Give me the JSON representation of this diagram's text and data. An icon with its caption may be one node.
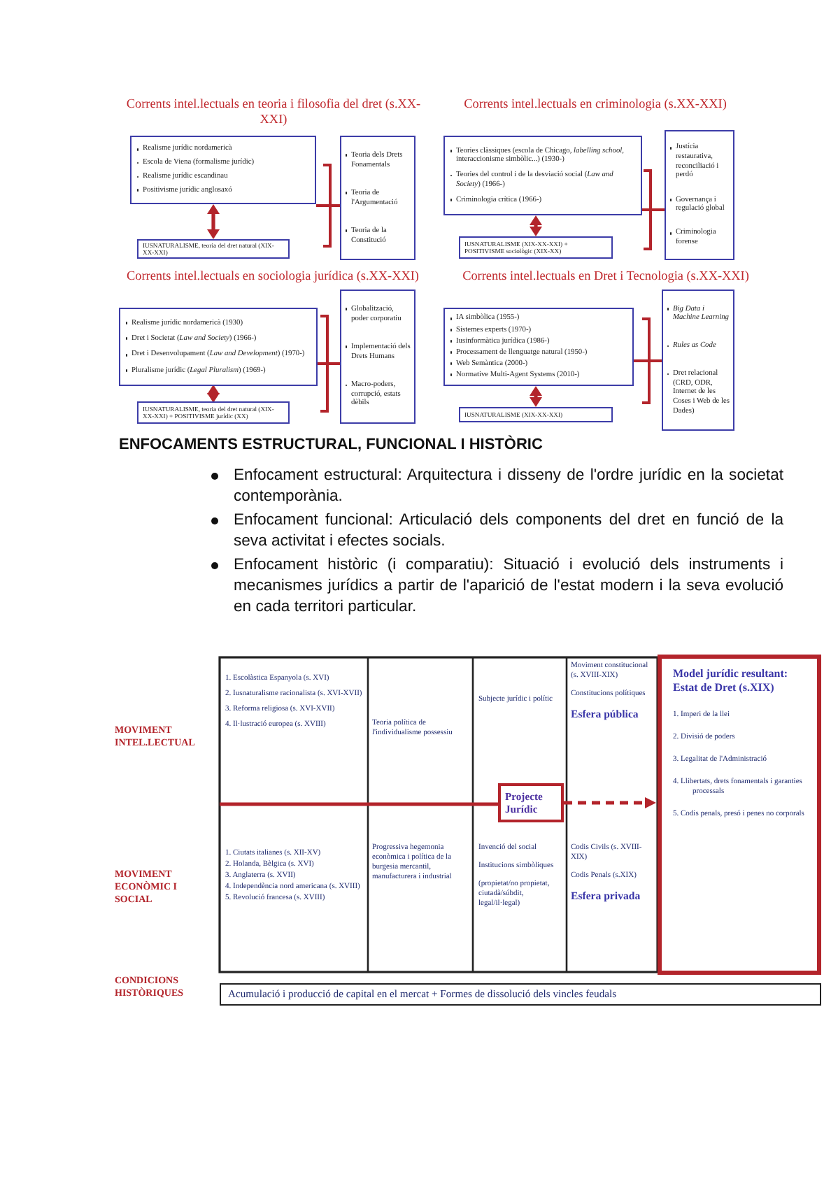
{
  "diagram": {
    "nodes": [
      {
        "text": [
          "Realisme jurídic nordamericà",
          "Escola de Viena (formalisme jurídic)",
          "Realisme jurídic escandinau",
          "Positivisme jurídic anglosaxó"
        ]
      },
      {
        "text": [
          "Teoria dels Drets Fonamentals",
          "Teoria de l'Argumentació",
          "Teoria de la Constitució"
        ]
      },
      {
        "text": [
          "IUSNATURALISME, teoria del dret natural (XIX-XX-XXI)"
        ]
      },
      {
        "text": [
          "Teories clàssiques (escola de Chicago, *labelling school*, interaccionisme simbòlic...) (1930-)",
          "Teories del control i de la desviació social (*Law and Society*) (1966-)",
          "Criminologia crítica (1966-)"
        ]
      },
      {
        "text": [
          "Justícia restaurativa, reconciliació i perdó",
          "Governança i regulació global",
          "Criminologia forense"
        ]
      },
      {
        "text": [
          "IUSNATURALISME (XIX-XX-XXI) + POSITIVISME sociològic (XIX-XX)"
        ]
      },
      {
        "text": [
          "Realisme jurídic nordamericà (1930)",
          "Dret i Societat (*Law and Society*) (1966-)",
          "Dret i Desenvolupament (*Law and Development*) (1970-)",
          "Pluralisme jurídic (*Legal Pluralism*) (1969-)"
        ]
      },
      {
        "text": [
          "Globalització, poder corporatiu",
          "Implementació dels Drets Humans",
          "Macro-poders, corrupció, estats dèbils"
        ]
      },
      {
        "text": [
          "IUSNATURALISME, teoria del dret natural (XIX-XX-XXI) + POSITIVISME jurídic (XX)"
        ]
      },
      {
        "text": [
          "IA simbòlica (1955-)",
          "Sistemes experts (1970-)",
          "Iusinformàtica jurídica (1986-)",
          "Processament de llenguatge natural (1950-)",
          "Web Semàntica (2000-)",
          "Normative Multi-Agent Systems (2010-)"
        ]
      },
      {
        "text": [
          "*Big Data i Machine Learning*",
          "*Rules as Code*",
          "Dret relacional (CRD, ODR, Internet de les Coses i Web de les Dades)"
        ]
      },
      {
        "text": [
          "IUSNATURALISME (XIX-XX-XXI)"
        ]
      },
      {
        "text": [
          "Projecte Jurídic"
        ]
      },
      {
        "text": [
          "Model jurídic resultant: Estat de Dret (s.XIX)",
          "1. Imperi de la llei",
          "2. Divisió de poders",
          "3. Legalitat de l'Administració",
          "4. Llibertats, drets fonamentals i garanties processals",
          "5. Codis penals, presó i penes no corporals"
        ]
      },
      {
        "text": [
          "Acumulació i producció de capital en el mercat + Formes de dissolució dels vincles feudals"
        ]
      }
    ],
    "edges": [
      {
        "from": 0,
        "to": 2,
        "arrow": "both"
      },
      {
        "from": 3,
        "to": 5,
        "arrow": "both"
      },
      {
        "from": 6,
        "to": 8,
        "arrow": "both"
      },
      {
        "from": 9,
        "to": 11,
        "arrow": "both"
      },
      {
        "from": null,
        "to": 12,
        "arrow": "none"
      },
      {
        "from": 12,
        "to": 13,
        "arrow": "to",
        "style": "dashed"
      },
      {
        "from": 0,
        "to": 1,
        "arrow": "none"
      },
      {
        "from": 3,
        "to": 4,
        "arrow": "none"
      },
      {
        "from": 6,
        "to": 7,
        "arrow": "none"
      },
      {
        "from": 9,
        "to": 10,
        "arrow": "none"
      }
    ],
    "labels": [
      "Corrents intel.lectuals en teoria i filosofia del dret (s.XX-XXI)",
      "Corrents intel.lectuals en criminologia (s.XX-XXI)",
      "Corrents intel.lectuals en sociologia jurídica (s.XX-XXI)",
      "Corrents intel.lectuals en Dret i Tecnologia (s.XX-XXI)",
      "ENFOCAMENTS ESTRUCTURAL, FUNCIONAL I HISTÒRIC",
      "Enfocament estructural: Arquitectura i disseny de l'ordre jurídic en la societat contemporània.",
      "Enfocament funcional: Articulació dels components del dret en funció de la seva activitat i efectes socials.",
      "Enfocament històric (i comparatiu): Situació i evolució dels instruments i mecanismes jurídics a partir de l'aparició de l'estat modern i la seva evolució en cada territori particular.",
      "MOVIMENT INTEL.LECTUAL",
      "1. Escolàstica Espanyola (s. XVI)",
      "2. Iusnaturalisme racionalista (s. XVI-XVII)",
      "3. Reforma religiosa (s. XVI-XVII)",
      "4. Il·lustració europea (s. XVIII)",
      "Teoria política de l'individualisme possessiu",
      "Subjecte jurídic i polític",
      "Moviment constitucional (s. XVIII-XIX)",
      "Constitucions polítiques",
      "Esfera pública",
      "MOVIMENT ECONÒMIC I SOCIAL",
      "1. Ciutats italianes (s. XII-XV)",
      "2. Holanda, Bèlgica (s. XVI)",
      "3. Anglaterra (s. XVII)",
      "4. Independència nord americana (s. XVIII)",
      "5. Revolució francesa (s. XVIII)",
      "Progressiva hegemonia econòmica i política de la burgesia mercantil, manufacturera i industrial",
      "Invenció del social",
      "Institucions simbòliques",
      "(propietat/no propietat, ciutadà/súbdit, legal/il·legal)",
      "Codis Civils (s. XVIII-XIX)",
      "Codis Penals (s.XIX)",
      "Esfera privada",
      "CONDICIONS HISTÒRIQUES"
    ]
  }
}
